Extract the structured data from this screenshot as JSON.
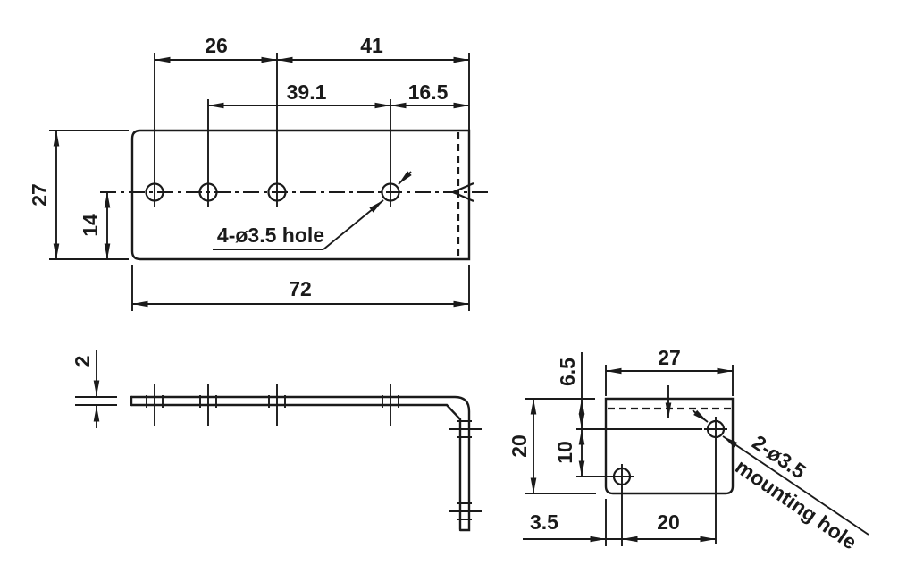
{
  "colors": {
    "background": "#ffffff",
    "line": "#1a1a1a"
  },
  "views": {
    "top_view": {
      "dim_26": "26",
      "dim_41": "41",
      "dim_39_1": "39.1",
      "dim_16_5": "16.5",
      "dim_27": "27",
      "dim_14": "14",
      "dim_72": "72",
      "hole_callout": "4-ø3.5 hole"
    },
    "side_view": {
      "dim_thickness": "2"
    },
    "end_view": {
      "dim_27": "27",
      "dim_6_5": "6.5",
      "dim_20_height": "20",
      "dim_10": "10",
      "dim_3_5": "3.5",
      "dim_20_width": "20",
      "hole_callout_line1": "2-ø3.5",
      "hole_callout_line2": "mounting hole"
    }
  }
}
